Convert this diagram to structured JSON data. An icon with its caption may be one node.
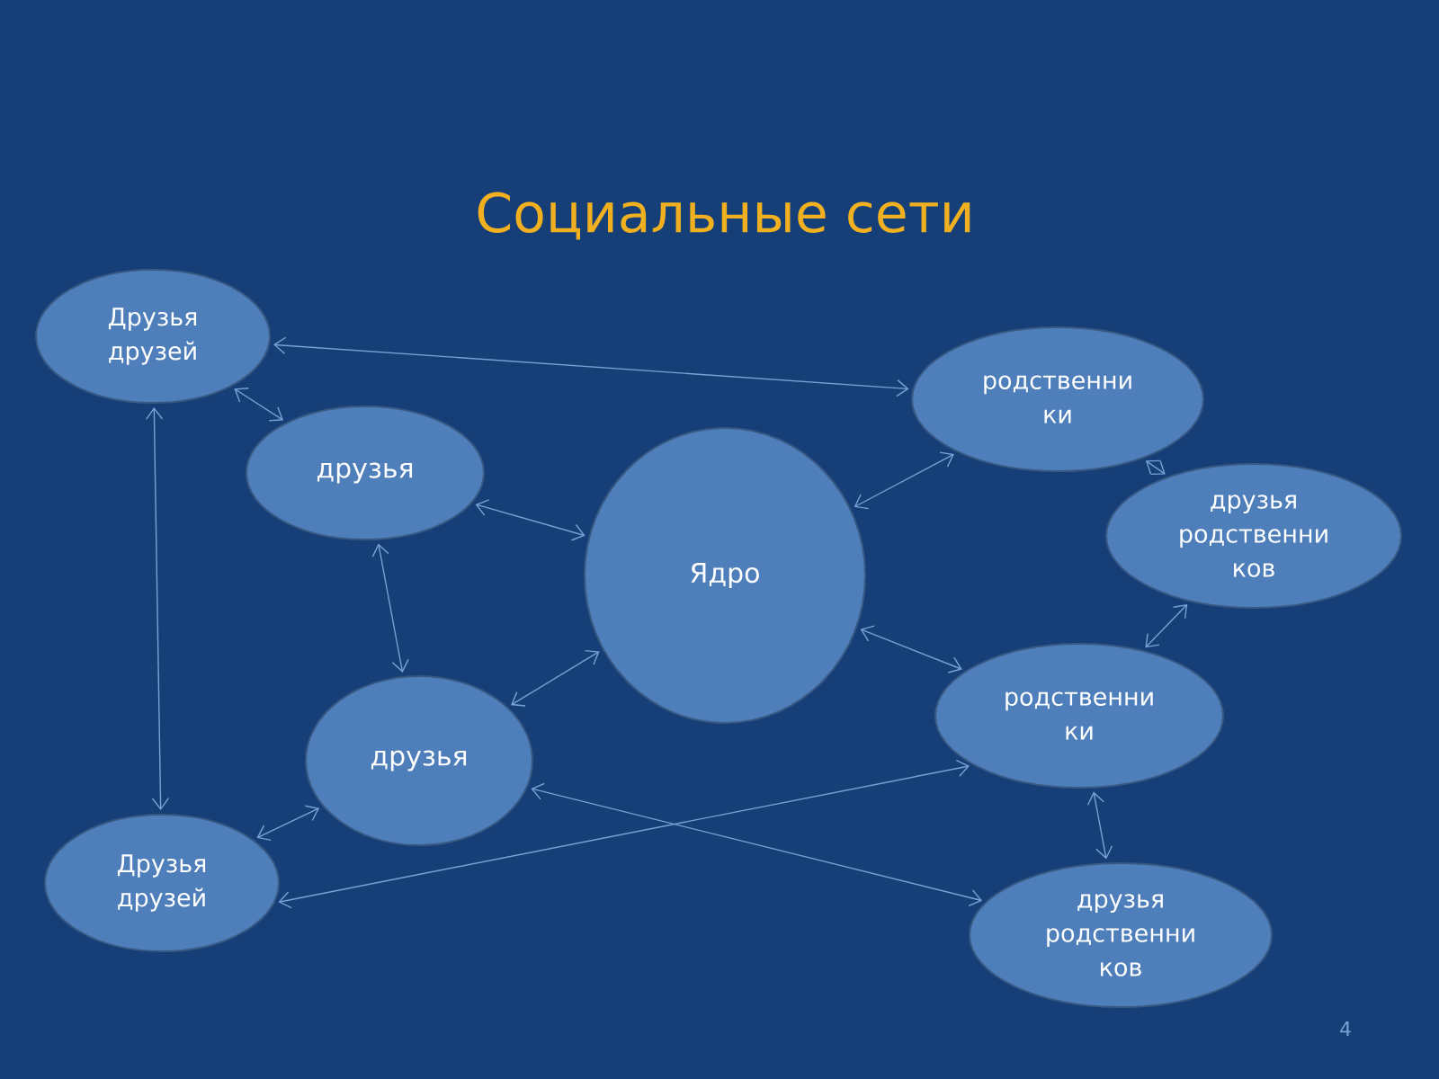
{
  "diagram": {
    "title": "Социальные сети",
    "nodes": [
      {
        "text": [
          "Друзья друзей"
        ]
      },
      {
        "text": [
          "друзья"
        ]
      },
      {
        "text": [
          "Ядро"
        ]
      },
      {
        "text": [
          "родственни ки"
        ]
      },
      {
        "text": [
          "друзья родственни ков"
        ]
      },
      {
        "text": [
          "друзья"
        ]
      },
      {
        "text": [
          "родственни ки"
        ]
      },
      {
        "text": [
          "Друзья друзей"
        ]
      },
      {
        "text": [
          "друзья родственни ков"
        ]
      }
    ],
    "edges": [
      {
        "from": 0,
        "to": 3,
        "arrow": "both"
      },
      {
        "from": 0,
        "to": 1,
        "arrow": "both"
      },
      {
        "from": 0,
        "to": 7,
        "arrow": "both"
      },
      {
        "from": 1,
        "to": 2,
        "arrow": "both"
      },
      {
        "from": 1,
        "to": 5,
        "arrow": "both"
      },
      {
        "from": 5,
        "to": 2,
        "arrow": "both"
      },
      {
        "from": 2,
        "to": 3,
        "arrow": "both"
      },
      {
        "from": 2,
        "to": 6,
        "arrow": "both"
      },
      {
        "from": 3,
        "to": 4,
        "arrow": "both"
      },
      {
        "from": 4,
        "to": 6,
        "arrow": "both"
      },
      {
        "from": 6,
        "to": 8,
        "arrow": "both"
      },
      {
        "from": 5,
        "to": 7,
        "arrow": "both"
      },
      {
        "from": 7,
        "to": 6,
        "arrow": "both"
      },
      {
        "from": 5,
        "to": 8,
        "arrow": "both"
      }
    ],
    "labels": [
      "4"
    ]
  }
}
